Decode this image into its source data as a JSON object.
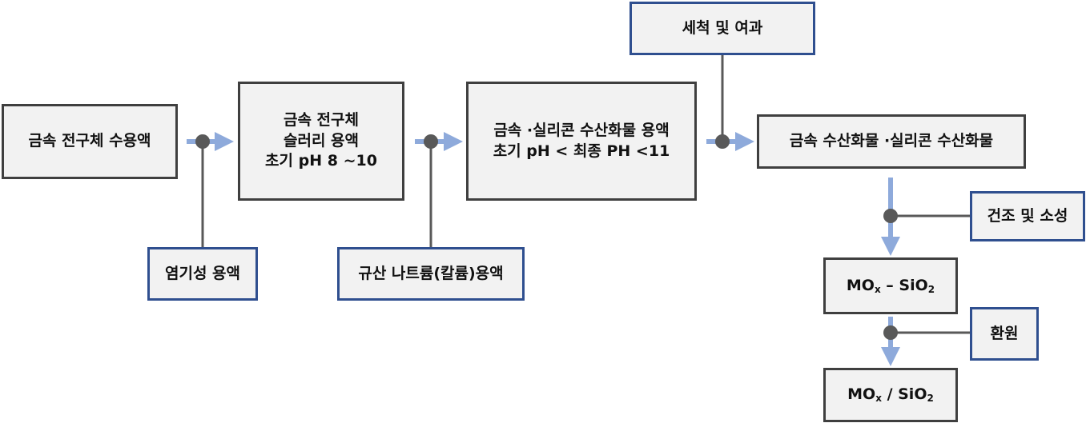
{
  "process_boxes": {
    "b1": {
      "lines": [
        "금속 전구체 수용액"
      ]
    },
    "b2": {
      "lines": [
        "금속 전구체",
        "슬러리 용액",
        "초기 pH 8 ~10"
      ]
    },
    "b3": {
      "lines": [
        "금속 ·실리콘 수산화물 용액",
        "초기 pH < 최종 PH <11"
      ]
    },
    "b4": {
      "lines": [
        "금속 수산화물 ·실리콘  수산화물"
      ]
    },
    "b5": {
      "base": "MO",
      "sub1": "x",
      "mid": " – SiO",
      "sub2": "2"
    },
    "b6": {
      "base": "MO",
      "sub1": "x",
      "mid": " / SiO",
      "sub2": "2"
    }
  },
  "additive_boxes": {
    "a1": "염기성 용액",
    "a2": "규산 나트륨(칼륨)용액",
    "a3": "세척 및 여과",
    "a4": "건조 및 소성",
    "a5": "환원"
  },
  "colors": {
    "process_border": "#3f3f3f",
    "additive_border": "#2f4f8f",
    "box_fill": "#f2f2f2",
    "arrow": "#8eaadb",
    "connector_line": "#595959",
    "connector_dot": "#595959"
  }
}
